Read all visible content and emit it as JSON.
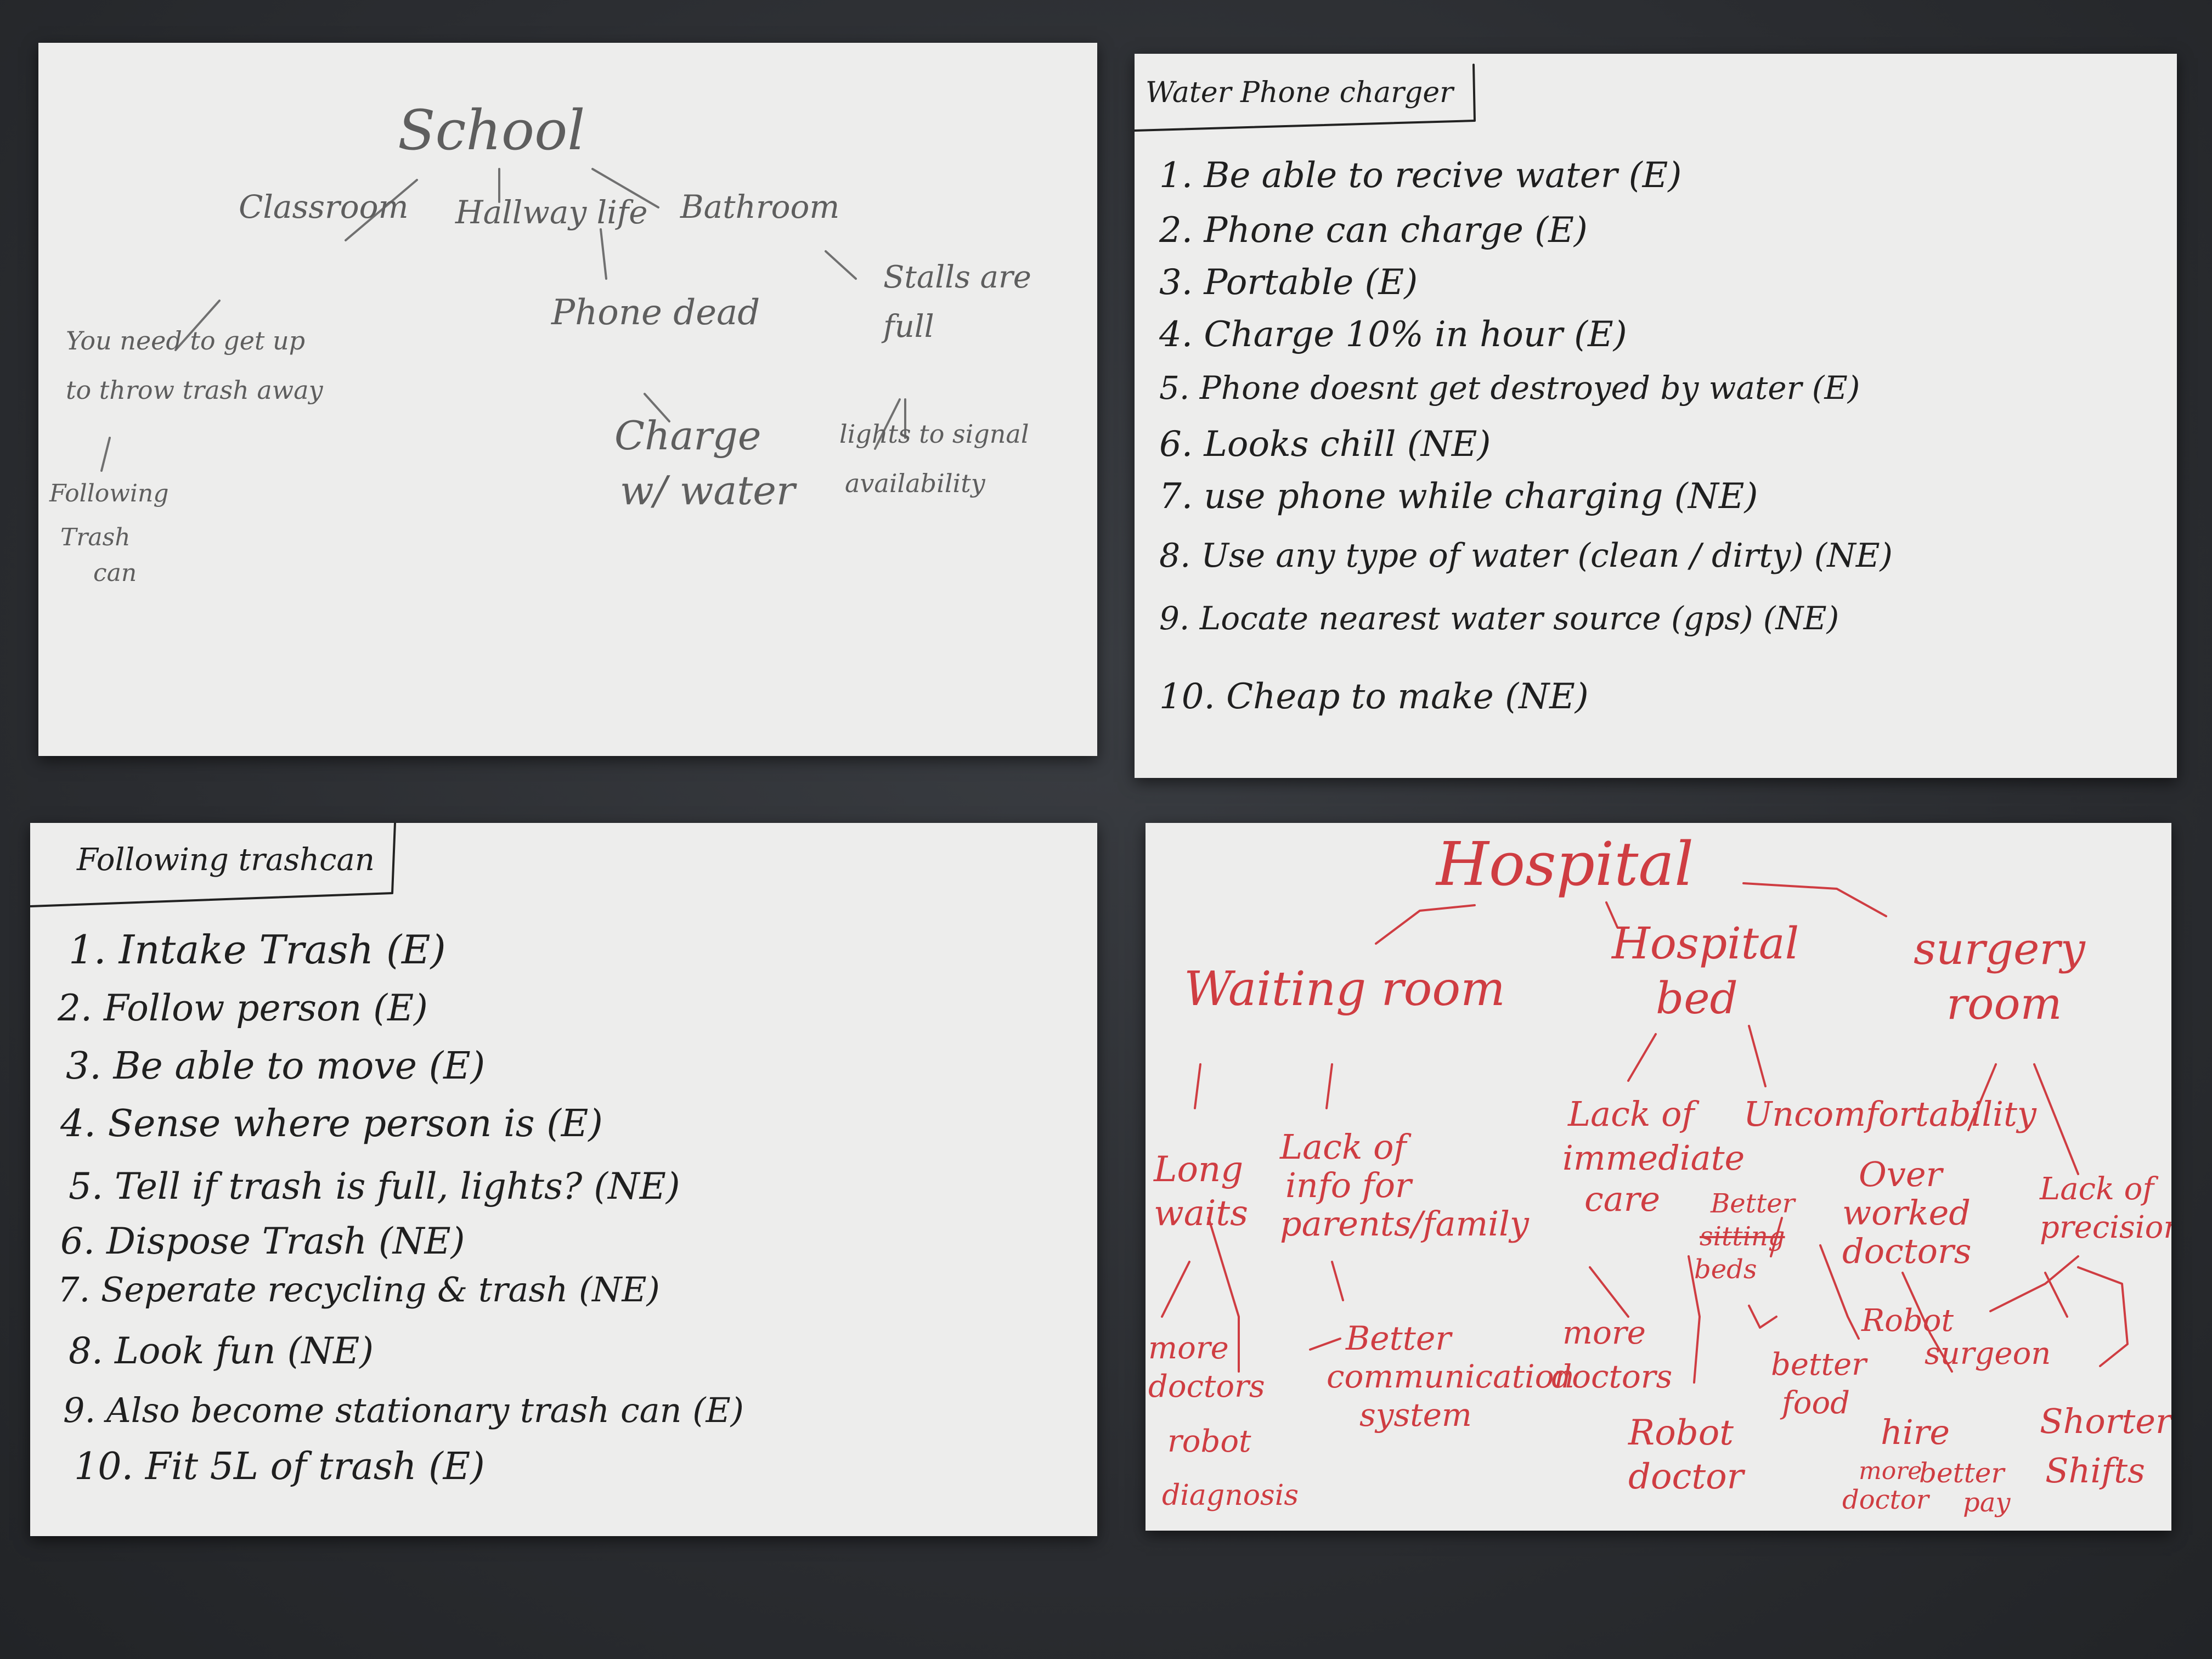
{
  "school": {
    "title": "School",
    "classroom": "Classroom",
    "hallway": "Hallway life",
    "bathroom": "Bathroom",
    "classroom_problem_1": "You need to get up",
    "classroom_problem_2": "to throw trash away",
    "following_1": "Following",
    "following_2": "Trash",
    "following_3": "can",
    "phone_dead": "Phone dead",
    "charge_1": "Charge",
    "charge_2": "w/ water",
    "stalls_1": "Stalls are",
    "stalls_2": "full",
    "lights_1": "lights to signal",
    "lights_2": "availability"
  },
  "water_charger": {
    "title": "Water Phone charger",
    "items": [
      "1. Be able to recive water (E)",
      "2. Phone can charge (E)",
      "3. Portable (E)",
      "4. Charge 10% in hour (E)",
      "5. Phone doesnt get destroyed by water (E)",
      "6. Looks chill (NE)",
      "7. use phone while charging (NE)",
      "8. Use any type of water (clean / dirty) (NE)",
      "9. Locate nearest water source (gps) (NE)",
      "10. Cheap to make (NE)"
    ]
  },
  "trash_can": {
    "title": "Following trashcan",
    "items": [
      "1. Intake Trash (E)",
      "2. Follow person (E)",
      "3. Be able to move (E)",
      "4. Sense where person is (E)",
      "5. Tell if trash is full, lights? (NE)",
      "6. Dispose Trash (NE)",
      "7. Seperate recycling & trash (NE)",
      "8. Look fun (NE)",
      "9. Also become stationary trash can (E)",
      "10. Fit 5L of trash (E)"
    ]
  },
  "hospital": {
    "title": "Hospital",
    "waiting_room": "Waiting room",
    "bed_1": "Hospital",
    "bed_2": "bed",
    "surgery_1": "surgery",
    "surgery_2": "room",
    "long_waits_1": "Long",
    "long_waits_2": "waits",
    "lack_info_1": "Lack of",
    "lack_info_2": "info for",
    "lack_info_3": "parents/family",
    "lack_care_1": "Lack of",
    "lack_care_2": "immediate",
    "lack_care_3": "care",
    "uncomfortability": "Uncomfortability",
    "overworked_1": "Over",
    "overworked_2": "worked",
    "overworked_3": "doctors",
    "lack_precision_1": "Lack of",
    "lack_precision_2": "precision",
    "better_beds_1": "Better",
    "better_beds_2": "sitting",
    "better_beds_3": "beds",
    "more_doctors_a_1": "more",
    "more_doctors_a_2": "doctors",
    "robot_diag_1": "robot",
    "robot_diag_2": "diagnosis",
    "better_comm_1": "Better",
    "better_comm_2": "communication",
    "better_comm_3": "system",
    "more_doctors_b_1": "more",
    "more_doctors_b_2": "doctors",
    "robot_doctor_1": "Robot",
    "robot_doctor_2": "doctor",
    "better_food_1": "better",
    "better_food_2": "food",
    "robot_surgeon_1": "Robot",
    "robot_surgeon_2": "surgeon",
    "hire_1": "hire",
    "hire_2": "more",
    "hire_3": "doctor",
    "better_pay_1": "better",
    "better_pay_2": "pay",
    "shorter_1": "Shorter",
    "shorter_2": "Shifts"
  }
}
